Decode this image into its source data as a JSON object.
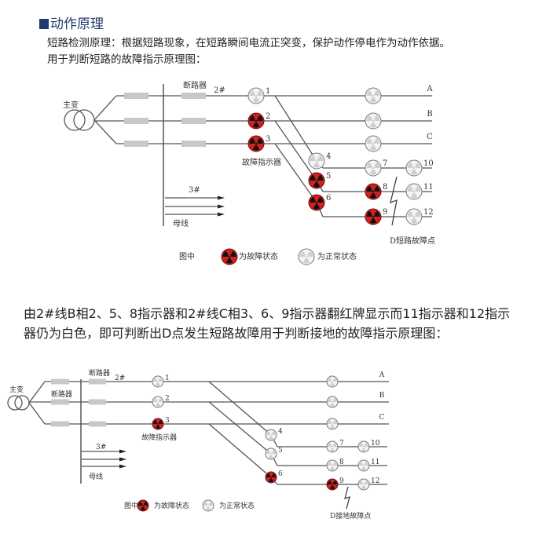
{
  "section": {
    "title": "动作原理",
    "intro_line1": "短路检测原理：根据短路现象，在短路瞬间电流正突变，保护动作停电作为动作依据。",
    "intro_line2": "用于判断短路的故障指示原理图：",
    "mid_line1": "由2#线B相2、5、8指示器和2#线C相3、6、9指示器翻红牌显示而11指示器和12指示",
    "mid_line2": "器仍为白色，即可判断出D点发生短路故障用于判断接地的故障指示原理图："
  },
  "colors": {
    "accent": "#1f3a6e",
    "fault": "#d41f1f",
    "normal": "#e6e6e6",
    "breaker": "#c8c8c8"
  },
  "diagrams": [
    {
      "transformer_label": "主变",
      "breaker_labels": [
        "断路器"
      ],
      "line2_label": "2#",
      "line3_label": "3#",
      "bus_label": "母线",
      "indicator_label": "故障指示器",
      "phases": [
        "A",
        "B",
        "C"
      ],
      "fault_point_label": "D短路故障点",
      "legend": {
        "prefix": "图中",
        "fault": "为故障状态",
        "normal": "为正常状态"
      },
      "indicators": [
        {
          "num": "1",
          "state": "normal"
        },
        {
          "num": "2",
          "state": "fault"
        },
        {
          "num": "3",
          "state": "fault"
        },
        {
          "num": "4",
          "state": "normal"
        },
        {
          "num": "5",
          "state": "fault"
        },
        {
          "num": "6",
          "state": "fault"
        },
        {
          "num": "7",
          "state": "normal"
        },
        {
          "num": "8",
          "state": "fault"
        },
        {
          "num": "9",
          "state": "fault"
        },
        {
          "num": "10",
          "state": "normal"
        },
        {
          "num": "11",
          "state": "normal"
        },
        {
          "num": "12",
          "state": "normal"
        }
      ],
      "end_indicators": [
        "normal",
        "normal",
        "normal"
      ]
    },
    {
      "transformer_label": "主变",
      "breaker_labels": [
        "断路器",
        "断路器"
      ],
      "line2_label": "2#",
      "line3_label": "3#",
      "bus_label": "母线",
      "indicator_label": "故障指示器",
      "phases": [
        "A",
        "B",
        "C"
      ],
      "fault_point_label": "D接地故障点",
      "legend": {
        "prefix": "图中",
        "fault": "为故障状态",
        "normal": "为正常状态"
      },
      "indicators": [
        {
          "num": "1",
          "state": "normal"
        },
        {
          "num": "2",
          "state": "normal"
        },
        {
          "num": "3",
          "state": "fault"
        },
        {
          "num": "4",
          "state": "normal"
        },
        {
          "num": "5",
          "state": "normal"
        },
        {
          "num": "6",
          "state": "fault"
        },
        {
          "num": "7",
          "state": "normal"
        },
        {
          "num": "8",
          "state": "normal"
        },
        {
          "num": "9",
          "state": "fault"
        },
        {
          "num": "10",
          "state": "normal"
        },
        {
          "num": "11",
          "state": "normal"
        },
        {
          "num": "12",
          "state": "normal"
        }
      ],
      "end_indicators": [
        "normal",
        "normal",
        "normal"
      ]
    }
  ]
}
